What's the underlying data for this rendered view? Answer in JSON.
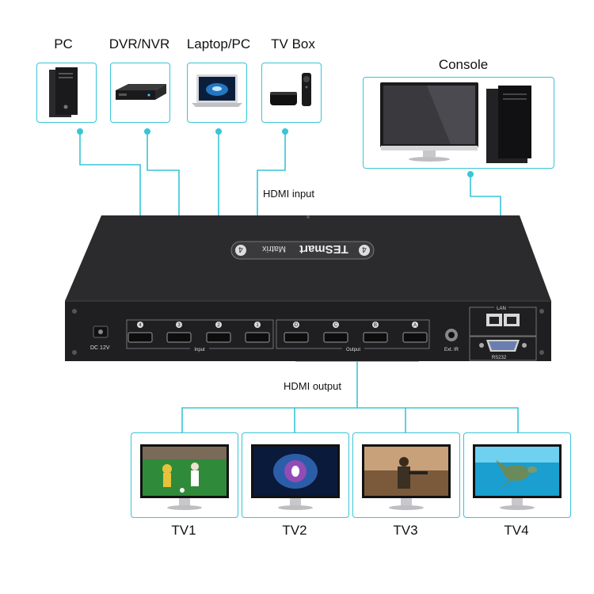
{
  "sources": [
    {
      "label": "PC",
      "icon": "pc-tower-icon"
    },
    {
      "label": "DVR/NVR",
      "icon": "dvr-recorder-icon"
    },
    {
      "label": "Laptop/PC",
      "icon": "laptop-icon"
    },
    {
      "label": "TV Box",
      "icon": "tv-box-icon"
    }
  ],
  "console": {
    "label": "Console",
    "icon": "monitor-and-tower-icon"
  },
  "hdmi_input_label": "HDMI input",
  "hdmi_output_label": "HDMI output",
  "device": {
    "brand": "TESmart",
    "model": "Matrix",
    "badge_number": "4",
    "input_port_numbers": [
      "4",
      "3",
      "2",
      "1"
    ],
    "output_port_letters": [
      "D",
      "C",
      "B",
      "A"
    ],
    "input_group_label": "Input",
    "output_group_label": "Output",
    "dc_label": "DC 12V",
    "ext_ir_label": "Ext. IR",
    "lan_label": "LAN",
    "rs232_label": "RS232"
  },
  "tvs": [
    {
      "label": "TV1",
      "screen": "soccer-match"
    },
    {
      "label": "TV2",
      "screen": "abstract-light"
    },
    {
      "label": "TV3",
      "screen": "soldier-game"
    },
    {
      "label": "TV4",
      "screen": "sea-turtle"
    }
  ],
  "colors": {
    "accent": "#38c5d8",
    "device_body": "#1e1e20",
    "device_top": "#2c2c2e"
  }
}
